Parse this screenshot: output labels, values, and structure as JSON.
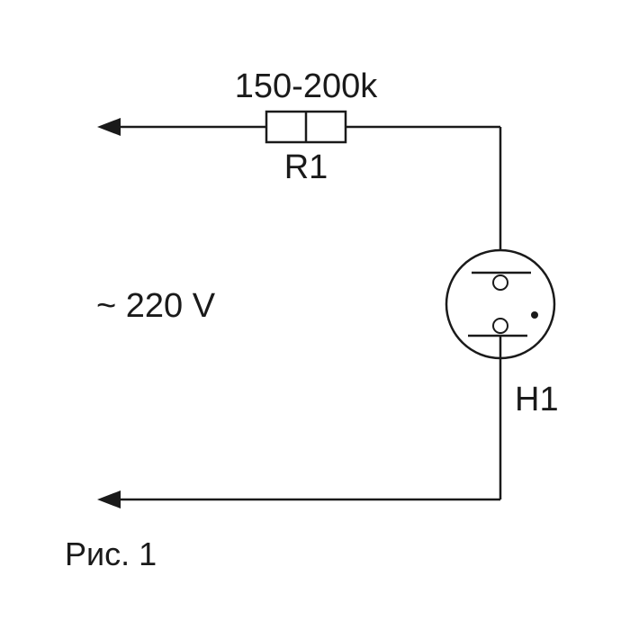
{
  "labels": {
    "resistor_value": "150-200k",
    "resistor_ref": "R1",
    "supply": "~ 220 V",
    "lamp_ref": "H1",
    "caption": "Рис. 1"
  },
  "colors": {
    "line": "#1a1a1a",
    "background": "#ffffff"
  }
}
